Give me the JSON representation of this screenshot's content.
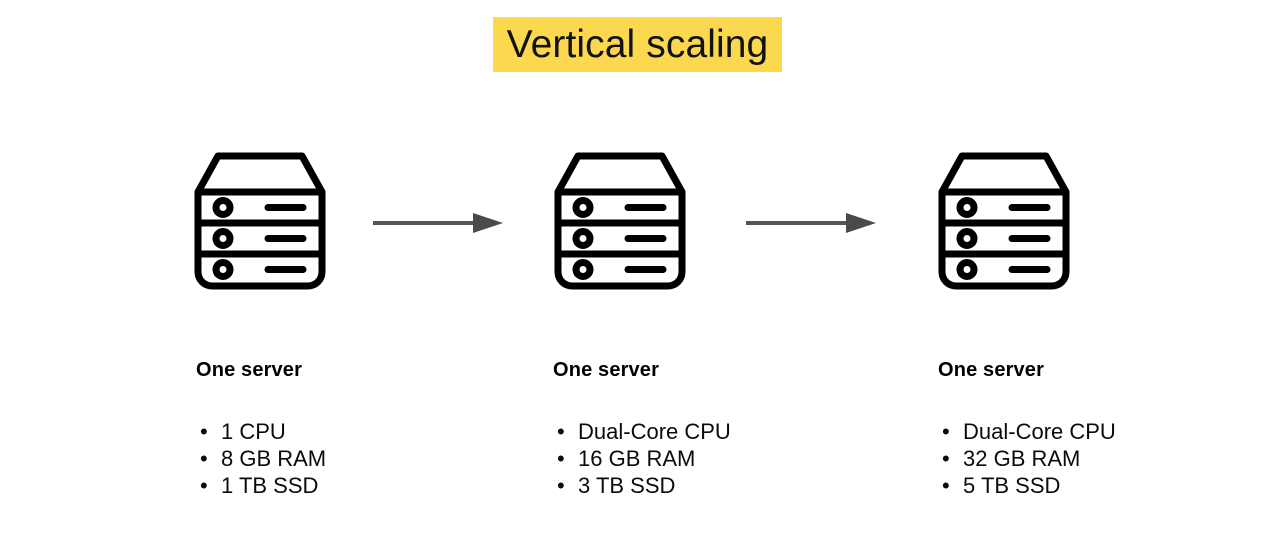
{
  "slide": {
    "title": "Vertical scaling",
    "title_highlight_color": "#FBD84E",
    "background_color": "#FFFFFF",
    "arrow_color": "#555555",
    "icon_color": "#000000"
  },
  "stages": [
    {
      "icon": "server-rack-icon",
      "heading": "One server",
      "specs": [
        {
          "bullet": "•",
          "text": "1 CPU"
        },
        {
          "bullet": "•",
          "text": "8 GB RAM"
        },
        {
          "bullet": "•",
          "text": "1 TB SSD"
        }
      ]
    },
    {
      "icon": "server-rack-icon",
      "heading": "One server",
      "specs": [
        {
          "bullet": "•",
          "text": "Dual-Core CPU"
        },
        {
          "bullet": "•",
          "text": "16 GB RAM"
        },
        {
          "bullet": "•",
          "text": "3 TB SSD"
        }
      ]
    },
    {
      "icon": "server-rack-icon",
      "heading": "One server",
      "specs": [
        {
          "bullet": "•",
          "text": "Dual-Core CPU"
        },
        {
          "bullet": "•",
          "text": "32 GB RAM"
        },
        {
          "bullet": "•",
          "text": "5 TB SSD"
        }
      ]
    }
  ],
  "arrows": [
    {
      "name": "arrow-right-icon"
    },
    {
      "name": "arrow-right-icon"
    }
  ]
}
